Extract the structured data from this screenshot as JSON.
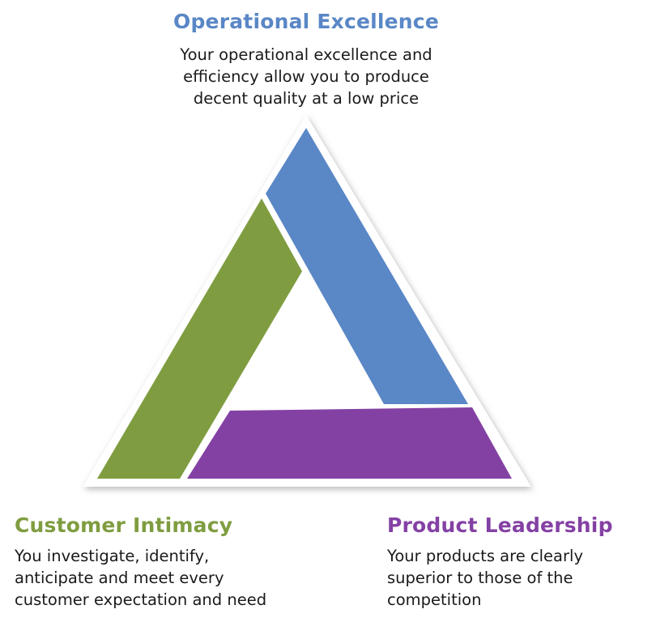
{
  "colors": {
    "operational": "#5a87c6",
    "customer": "#7f9d40",
    "product": "#8441a4",
    "triangle_fill": "#ffffff",
    "triangle_shadow": "#c9c9c9"
  },
  "top": {
    "title": "Operational Excellence",
    "lines": [
      "Your operational excellence and",
      "efficiency allow you to produce",
      "decent quality at a low price"
    ]
  },
  "left": {
    "title": "Customer Intimacy",
    "lines": [
      "You investigate, identify,",
      "anticipate and meet every",
      "customer expectation and need"
    ]
  },
  "right": {
    "title": "Product Leadership",
    "lines": [
      "Your products are clearly",
      "superior to those of the",
      "competition"
    ]
  }
}
